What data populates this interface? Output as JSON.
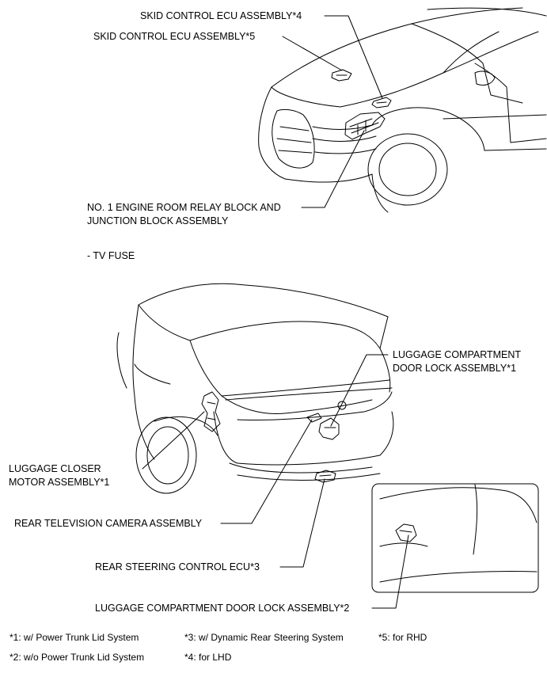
{
  "labels": {
    "skid_ecu_lhd": "SKID CONTROL ECU ASSEMBLY*4",
    "skid_ecu_rhd": "SKID CONTROL ECU ASSEMBLY*5",
    "relay_block_line1": "NO. 1 ENGINE ROOM RELAY BLOCK AND",
    "relay_block_line2": "JUNCTION BLOCK ASSEMBLY",
    "tv_fuse": "- TV FUSE",
    "door_lock_1_line1": "LUGGAGE COMPARTMENT",
    "door_lock_1_line2": "DOOR LOCK ASSEMBLY*1",
    "closer_motor_line1": "LUGGAGE CLOSER",
    "closer_motor_line2": "MOTOR ASSEMBLY*1",
    "rear_camera": "REAR TELEVISION CAMERA ASSEMBLY",
    "rear_steering_ecu": "REAR STEERING CONTROL ECU*3",
    "door_lock_2": "LUGGAGE COMPARTMENT DOOR LOCK ASSEMBLY*2"
  },
  "notes": {
    "n1": "*1: w/ Power Trunk Lid System",
    "n2": "*2: w/o Power Trunk Lid System",
    "n3": "*3: w/ Dynamic Rear Steering System",
    "n4": "*4: for LHD",
    "n5": "*5: for RHD"
  },
  "colors": {
    "line": "#000000",
    "background": "#ffffff"
  }
}
